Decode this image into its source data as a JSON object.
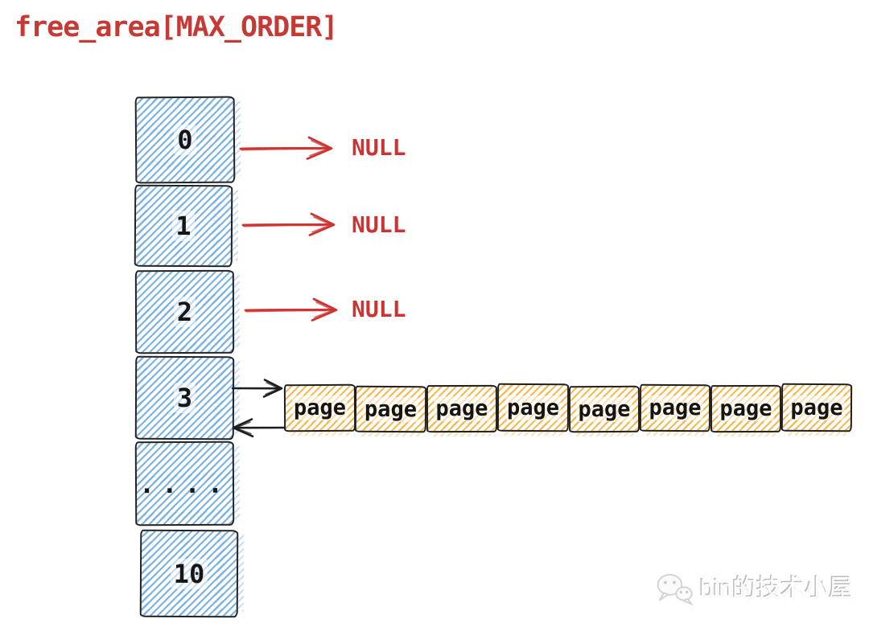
{
  "title": "free_area[MAX_ORDER]",
  "array": {
    "items": [
      {
        "index": "0",
        "points_to": "NULL"
      },
      {
        "index": "1",
        "points_to": "NULL"
      },
      {
        "index": "2",
        "points_to": "NULL"
      },
      {
        "index": "3",
        "points_to": "page-list"
      },
      {
        "index": "....",
        "points_to": ""
      },
      {
        "index": "10",
        "points_to": ""
      }
    ]
  },
  "page_list": {
    "item_label": "page",
    "count": 8,
    "linked_from_index": "3"
  },
  "watermark": {
    "text": "bin的技术小屋",
    "icon": "wechat-logo"
  },
  "colors": {
    "title_red": "#c53a34",
    "arrow_red": "#cd3431",
    "array_hatch_blue": "#6aa8e2",
    "page_hatch_orange": "#f3b13d",
    "ink": "#222222"
  }
}
